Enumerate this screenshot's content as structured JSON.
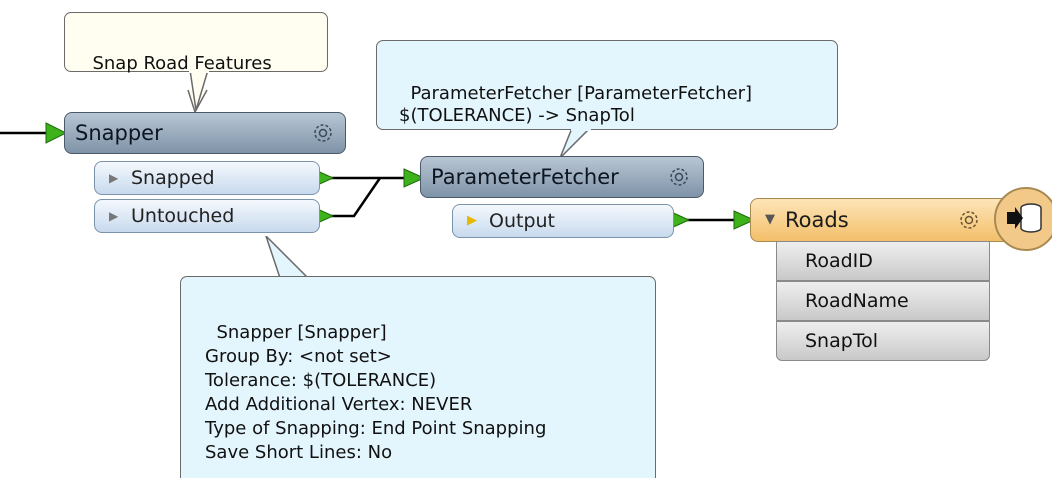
{
  "annotations": {
    "snap_road": {
      "text": "Snap Road Features"
    },
    "param_fetcher": {
      "text": "ParameterFetcher [ParameterFetcher]\n$(TOLERANCE) -> SnapTol"
    },
    "snapper": {
      "text": "Snapper [Snapper]\nGroup By: <not set>\nTolerance: $(TOLERANCE)\nAdd Additional Vertex: NEVER\nType of Snapping: End Point Snapping\nSave Short Lines: No"
    }
  },
  "snapper": {
    "title": "Snapper",
    "ports": [
      "Snapped",
      "Untouched"
    ]
  },
  "parameter_fetcher": {
    "title": "ParameterFetcher",
    "ports": [
      "Output"
    ]
  },
  "roads": {
    "title": "Roads",
    "attributes": [
      "RoadID",
      "RoadName",
      "SnapTol"
    ]
  },
  "colors": {
    "connection_line": "#000000",
    "port_arrow": "#3db21a",
    "transformer_header": "#8a9db1",
    "writer_header": "#f3bf6a",
    "annotation_yellow": "#fffef0",
    "annotation_blue": "#e3f5fd"
  },
  "icons": {
    "gear": "gear-icon",
    "writer": "database-icon"
  }
}
